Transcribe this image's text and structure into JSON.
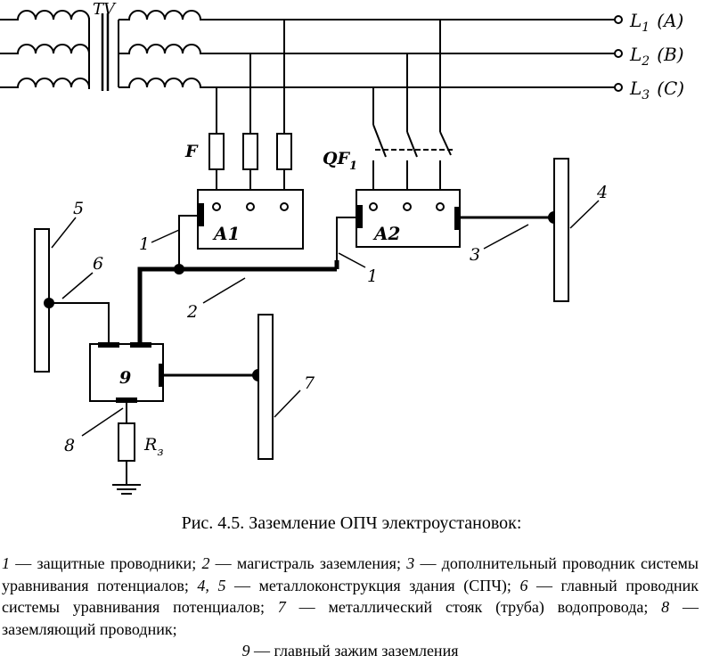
{
  "diagram": {
    "tv_label": "TV",
    "phases": [
      {
        "name": "L",
        "sub": "1",
        "tag": "(A)"
      },
      {
        "name": "L",
        "sub": "2",
        "tag": "(B)"
      },
      {
        "name": "L",
        "sub": "3",
        "tag": "(C)"
      }
    ],
    "fuse_label": "F",
    "breaker_label": "QF",
    "breaker_sub": "1",
    "device_a1": "A1",
    "device_a2": "A2",
    "terminal_9": "9",
    "resistor_label": "R",
    "resistor_sub": "з",
    "numbers": {
      "n1_left": "1",
      "n1_right": "1",
      "n2": "2",
      "n3": "3",
      "n4": "4",
      "n5": "5",
      "n6": "6",
      "n7": "7",
      "n8": "8"
    }
  },
  "caption": "Рис. 4.5. Заземление ОПЧ электроустановок:",
  "legend": [
    {
      "num": "1",
      "text": " — защитные проводники; "
    },
    {
      "num": "2",
      "text": " — магистраль заземления; "
    },
    {
      "num": "3",
      "text": " — дополнительный проводник системы уравнивания потенциалов; "
    },
    {
      "num": "4, 5",
      "text": " — металлоконструкция здания (СПЧ); "
    },
    {
      "num": "6",
      "text": " — главный проводник системы уравнивания потенциалов; "
    },
    {
      "num": "7",
      "text": " — металлический стояк (труба) водопровода; "
    },
    {
      "num": "8",
      "text": " — заземляющий проводник; "
    },
    {
      "num": "9",
      "text": " — главный зажим заземления"
    }
  ]
}
